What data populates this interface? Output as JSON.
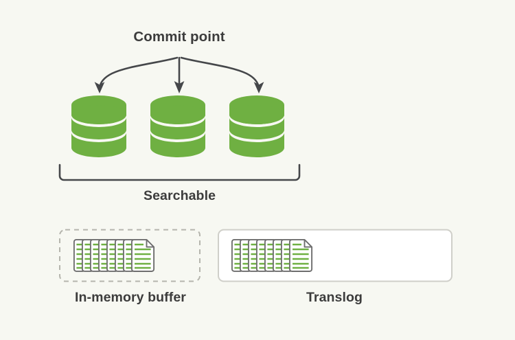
{
  "diagram": {
    "title": "Commit point / searchable segments and buffers",
    "background_color": "#f7f8f2",
    "stroke_color": "#45474a",
    "text_color": "#3c3c3c",
    "green": "#6fb042",
    "doc_outline": "#6e6e6e",
    "dashed_border_color": "#b5b5ad",
    "solid_border_color": "#cfcfc9",
    "box_fill": "#ffffff"
  },
  "commit": {
    "label": "Commit point",
    "arrow_count": 3,
    "arrow_targets": [
      "segment-1",
      "segment-2",
      "segment-3"
    ]
  },
  "segments": {
    "bracket_label": "Searchable",
    "items": [
      {
        "name": "segment-1",
        "type": "lucene-segment"
      },
      {
        "name": "segment-2",
        "type": "lucene-segment"
      },
      {
        "name": "segment-3",
        "type": "lucene-segment"
      }
    ]
  },
  "buffers": [
    {
      "name": "in-memory-buffer",
      "label": "In-memory buffer",
      "border_style": "dashed",
      "doc_count": 8
    },
    {
      "name": "translog",
      "label": "Translog",
      "border_style": "solid",
      "doc_count": 8
    }
  ],
  "icons": {
    "cylinder": "database-cylinder-icon",
    "documents": "document-stack-icon",
    "arrow": "curved-arrow-icon",
    "bracket": "brace-bracket-icon"
  }
}
